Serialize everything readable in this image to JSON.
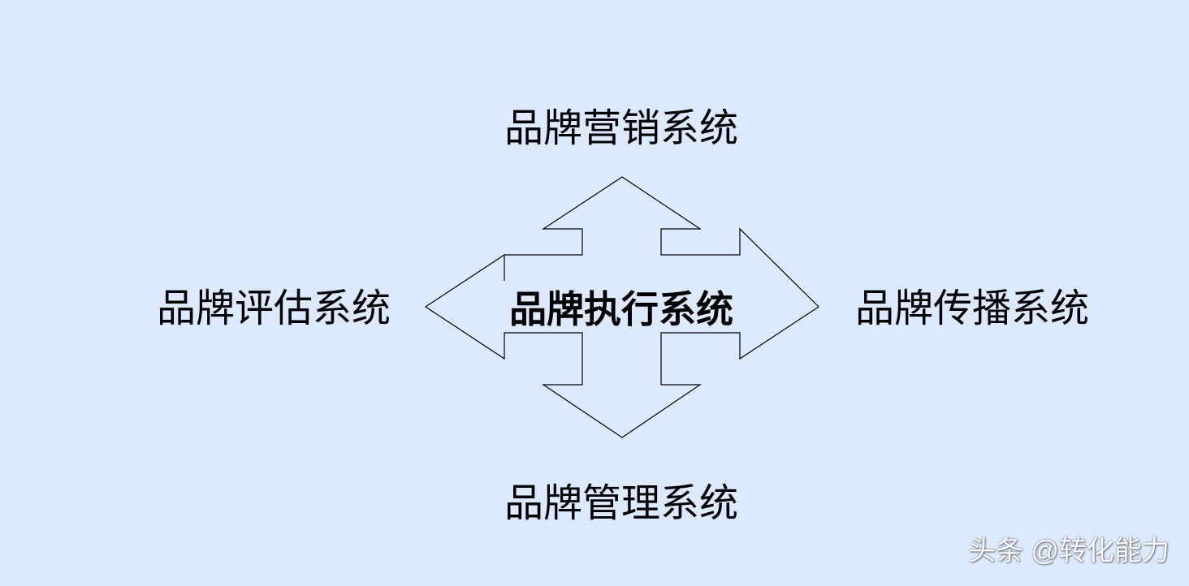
{
  "diagram": {
    "center": "品牌执行系统",
    "top": "品牌营销系统",
    "bottom": "品牌管理系统",
    "left": "品牌评估系统",
    "right": "品牌传播系统"
  },
  "watermark": "头条 @转化能力",
  "colors": {
    "background": "#dde9ff",
    "arrow_fill": "#dde9ff",
    "arrow_stroke": "#000000",
    "text": "#000000",
    "watermark_text": "#ffffff"
  }
}
